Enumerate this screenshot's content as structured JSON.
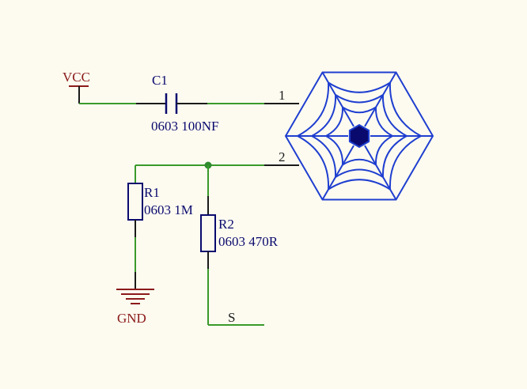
{
  "colors": {
    "background": "#fdfbf0",
    "wire": "#3a9a2a",
    "component": "#0a0a6e",
    "lead": "#1a1a1a",
    "power": "#8b1a1a",
    "sensor": "#1f3fd0",
    "junction": "#2e8b2e"
  },
  "power": {
    "vcc_label": "VCC",
    "gnd_label": "GND"
  },
  "c1": {
    "designator": "C1",
    "value": "0603 100NF"
  },
  "r1": {
    "designator": "R1",
    "value": "0603 1M"
  },
  "r2": {
    "designator": "R2",
    "value": "0603 470R"
  },
  "sensor": {
    "pin1": "1",
    "pin2": "2"
  },
  "net": {
    "output_label": "S"
  }
}
